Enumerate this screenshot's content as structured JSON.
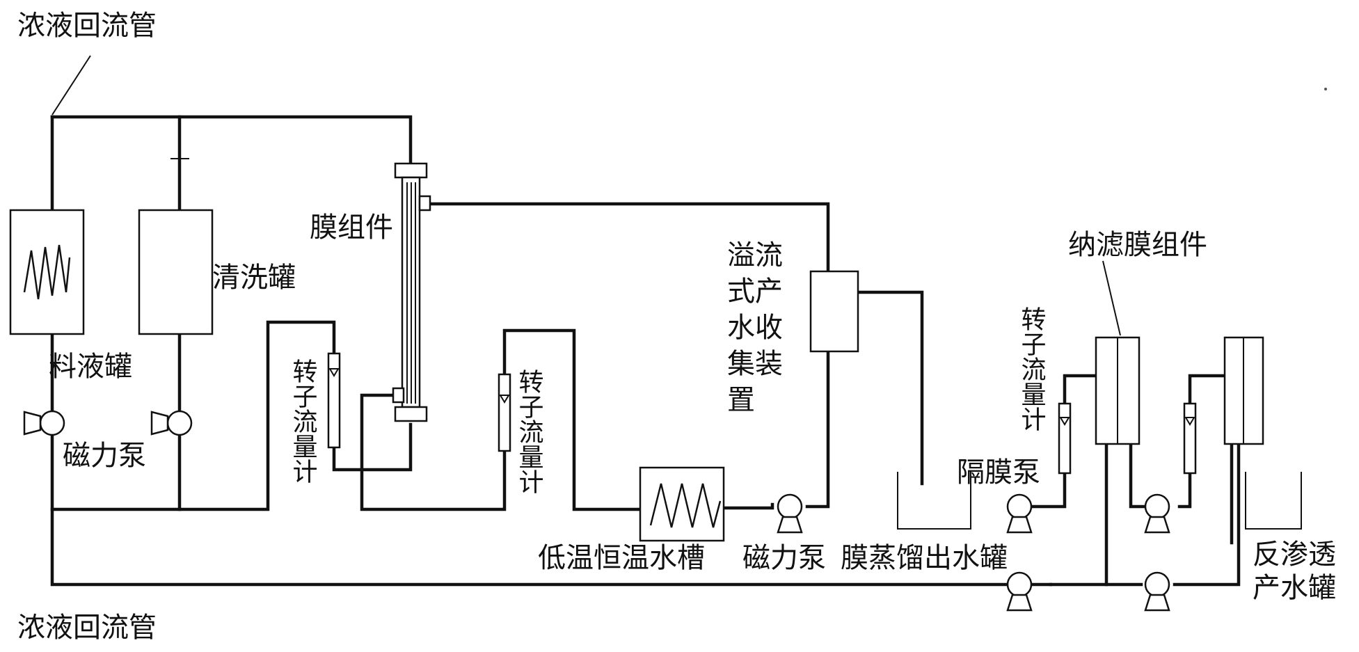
{
  "labels": {
    "return_pipe_top": "浓液回流管",
    "return_pipe_bottom": "浓液回流管",
    "feed_tank": "料液罐",
    "cleaning_tank": "清洗罐",
    "magnetic_pump_left": "磁力泵",
    "membrane_module": "膜组件",
    "rotameter": "转子流量计",
    "overflow_collector": [
      "溢流",
      "式产",
      "水收",
      "集装",
      "置"
    ],
    "low_temp_bath": "低温恒温水槽",
    "magnetic_pump_bottom": "磁力泵",
    "distillate_tank": "膜蒸馏出水罐",
    "diaphragm_pump": "隔膜泵",
    "nf_module": "纳滤膜组件",
    "ro_tank": [
      "反渗透",
      "产水罐"
    ]
  },
  "colors": {
    "line": "#111111",
    "background": "#ffffff"
  }
}
